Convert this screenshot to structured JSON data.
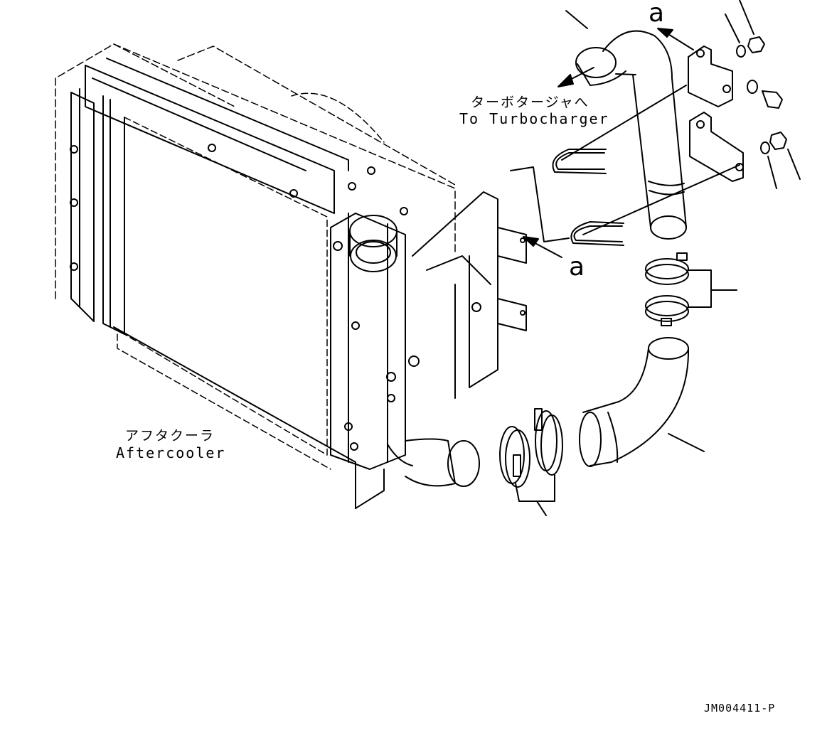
{
  "labels": {
    "turbo_jp": "ターボタージャへ",
    "turbo_en": "To Turbocharger",
    "aftercooler_jp": "アフタクーラ",
    "aftercooler_en": "Aftercooler",
    "ref_a_top": "a",
    "ref_a_mid": "a",
    "drawing_code": "JM004411-P"
  },
  "colors": {
    "line": "#000000",
    "background": "#ffffff"
  }
}
